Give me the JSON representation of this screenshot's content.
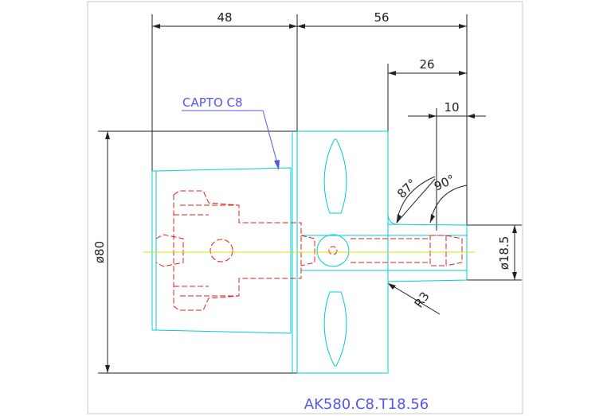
{
  "dimensions": {
    "top_left": "48",
    "top_right": "56",
    "mid": "26",
    "small": "10",
    "angle_left": "87°",
    "angle_right": "90°",
    "diameter_left": "ø80",
    "diameter_right": "ø18.5",
    "radius": "R3"
  },
  "labels": {
    "callout": "CAPTO C8",
    "part_number": "AK580.C8.T18.56"
  },
  "colors": {
    "dimension": "#222222",
    "outline": "#00cccc",
    "hidden": "#dd2222",
    "centerline": "#dddd00",
    "label": "#5555ee"
  }
}
